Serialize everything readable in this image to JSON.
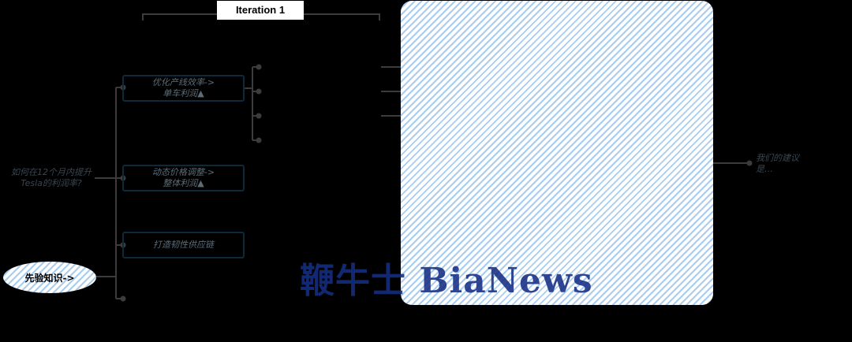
{
  "header": {
    "iteration_label": "Iteration 1"
  },
  "root_question": {
    "line1": "如何在12个月内提升",
    "line2": "Tesla的利润率?"
  },
  "prior_knowledge": {
    "label": "先验知识->"
  },
  "branches": [
    {
      "line1": "优化产线效率->",
      "line2": "单车利润▲"
    },
    {
      "line1": "动态价格调整->",
      "line2": "整体利润▲"
    },
    {
      "line1": "打造韧性供应链",
      "line2": ""
    }
  ],
  "conclusion": {
    "line1": "我们的建议",
    "line2": "是…"
  },
  "watermark": {
    "text": "鞭牛士 BiaNews"
  },
  "colors": {
    "background": "#000000",
    "hatch": "#a9cdf0",
    "watermark": "#142d82",
    "connector": "#3c3c3c"
  }
}
